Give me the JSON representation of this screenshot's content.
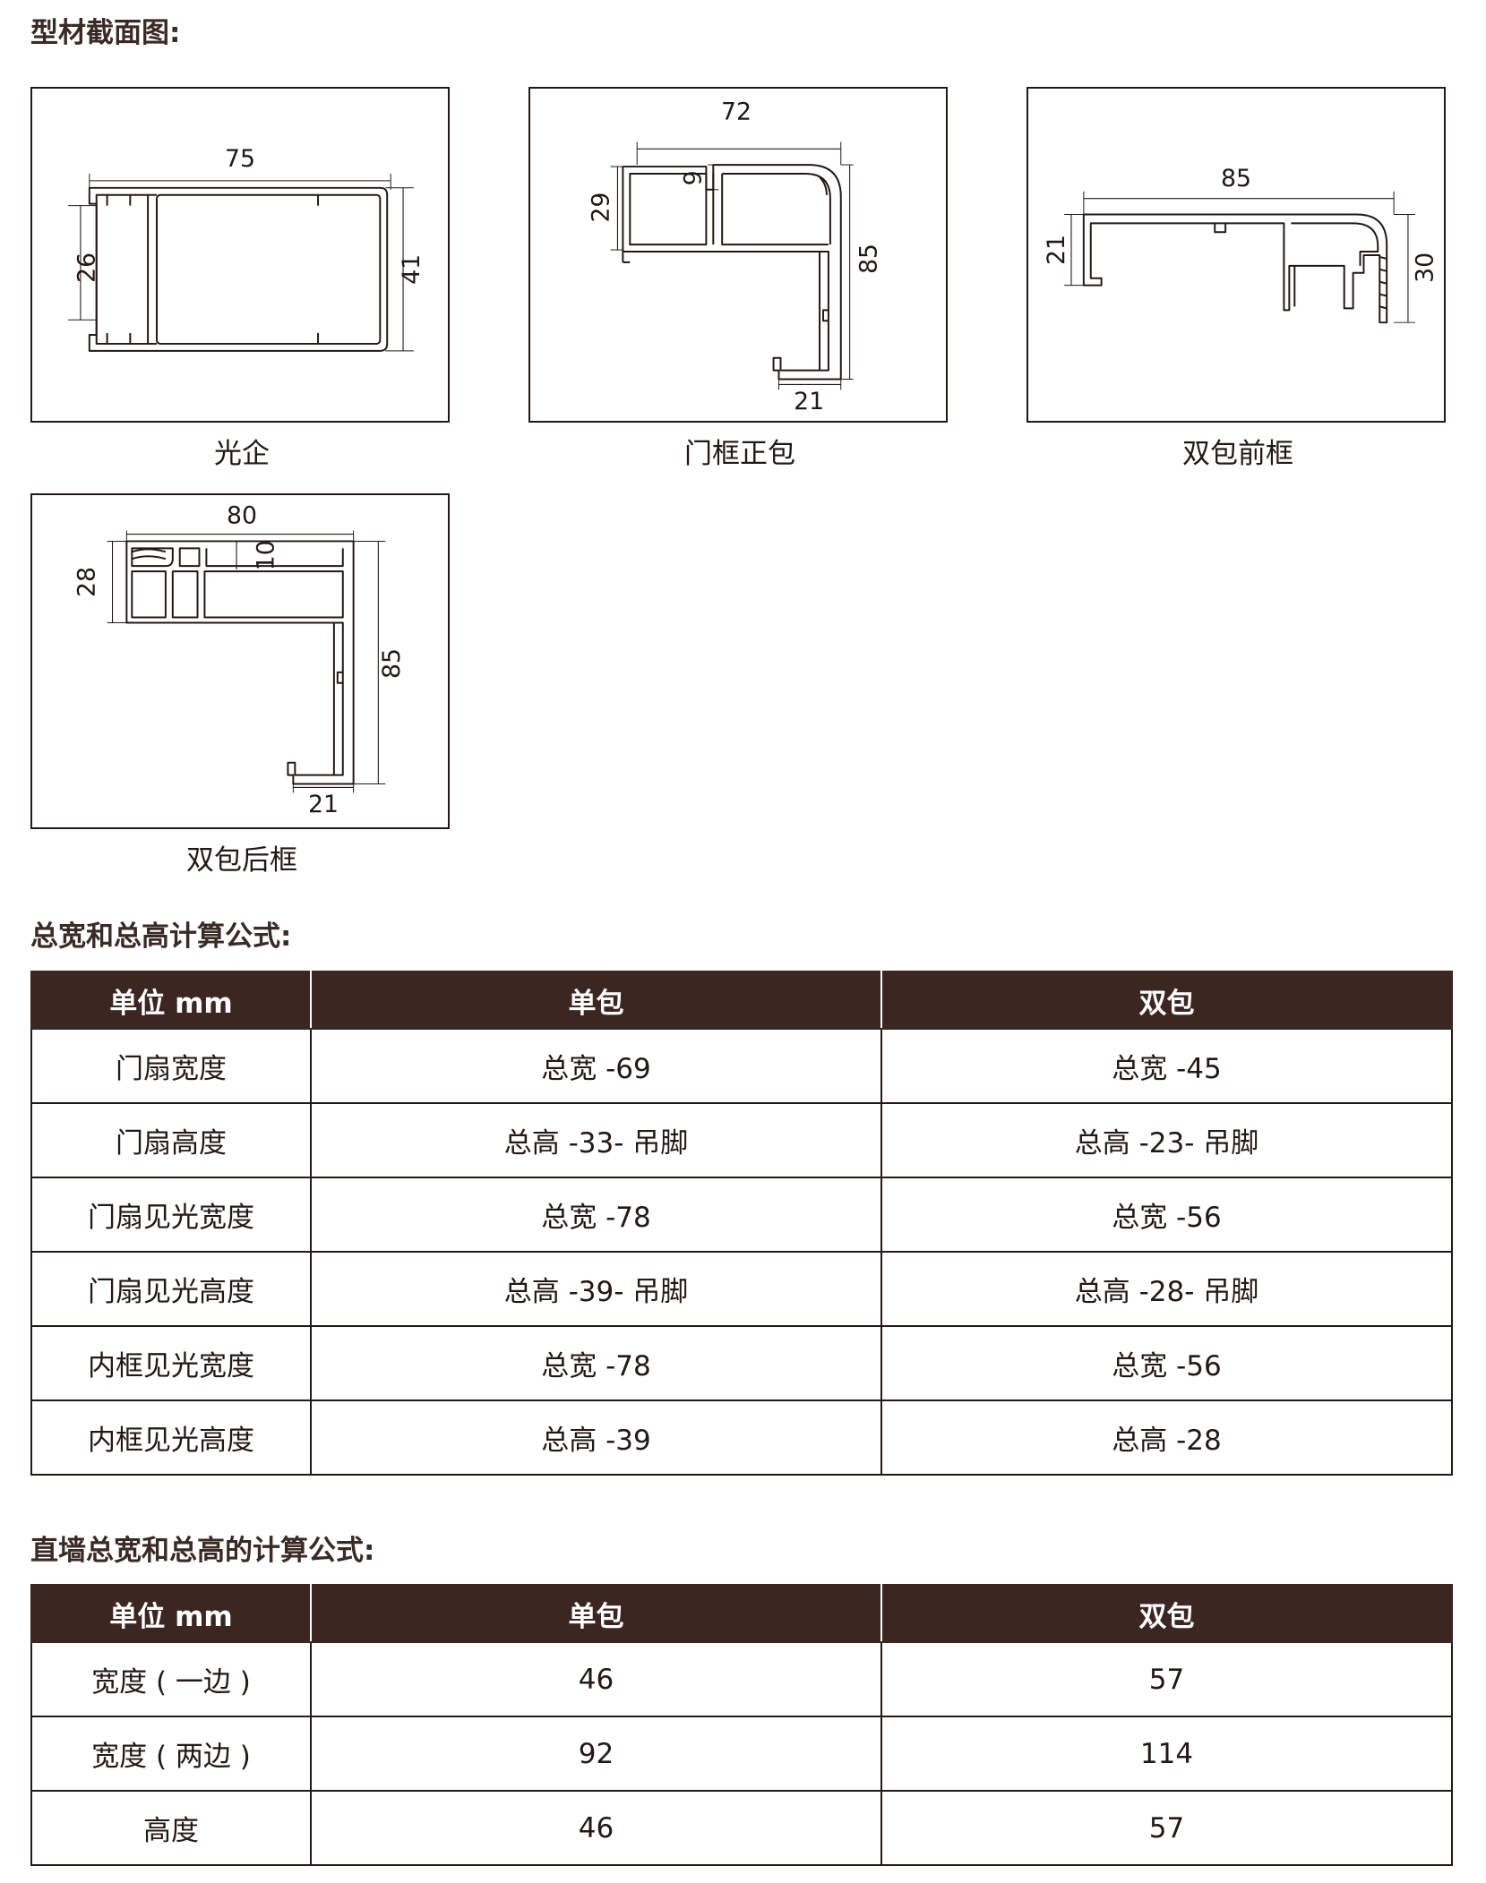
{
  "profiles": {
    "title": "型材截面图:",
    "items": [
      {
        "name": "光企",
        "dims": {
          "width": "75",
          "inner": "26",
          "height": "41"
        }
      },
      {
        "name": "门框正包",
        "dims": {
          "width": "72",
          "step": "9",
          "upper": "29",
          "height": "85",
          "foot": "21"
        }
      },
      {
        "name": "双包前框",
        "dims": {
          "width": "85",
          "left": "21",
          "right": "30"
        }
      },
      {
        "name": "双包后框",
        "dims": {
          "width": "80",
          "upper": "28",
          "step": "10",
          "height": "85",
          "foot": "21"
        }
      }
    ]
  },
  "formula_table": {
    "title": "总宽和总高计算公式:",
    "headers": [
      "单位 mm",
      "单包",
      "双包"
    ],
    "rows": [
      [
        "门扇宽度",
        "总宽 -69",
        "总宽 -45"
      ],
      [
        "门扇高度",
        "总高 -33- 吊脚",
        "总高 -23- 吊脚"
      ],
      [
        "门扇见光宽度",
        "总宽 -78",
        "总宽 -56"
      ],
      [
        "门扇见光高度",
        "总高 -39- 吊脚",
        "总高 -28- 吊脚"
      ],
      [
        "内框见光宽度",
        "总宽 -78",
        "总宽 -56"
      ],
      [
        "内框见光高度",
        "总高 -39",
        "总高 -28"
      ]
    ]
  },
  "wall_table": {
    "title": "直墙总宽和总高的计算公式:",
    "headers": [
      "单位 mm",
      "单包",
      "双包"
    ],
    "rows": [
      [
        "宽度 ( 一边 )",
        "46",
        "57"
      ],
      [
        "宽度 ( 两边 )",
        "92",
        "114"
      ],
      [
        "高度",
        "46",
        "57"
      ]
    ]
  },
  "colors": {
    "header_bg": "#3b2622",
    "text": "#231815"
  }
}
